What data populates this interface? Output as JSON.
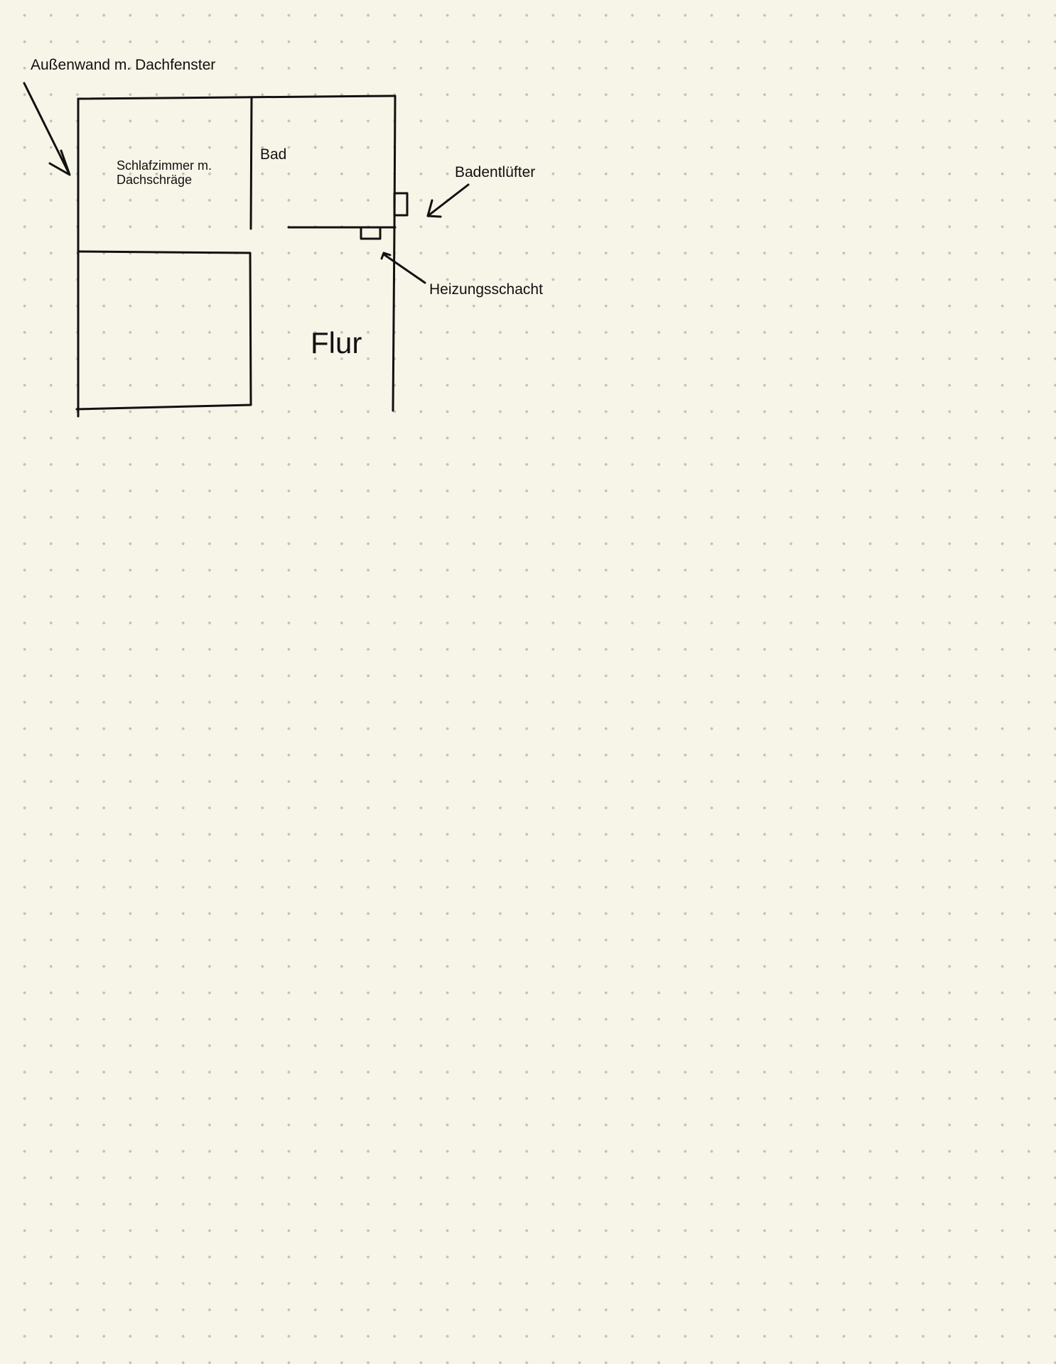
{
  "labels": {
    "outer_wall": "Außenwand m. Dachfenster",
    "bedroom": "Schlafzimmer m.\nDachschräge",
    "bath": "Bad",
    "bath_fan": "Badentlüfter",
    "heating_shaft": "Heizungsschacht",
    "hallway": "Flur"
  },
  "colors": {
    "paper": "#f7f4e8",
    "dot_grid": "#c3c0b4",
    "ink": "#111111"
  }
}
